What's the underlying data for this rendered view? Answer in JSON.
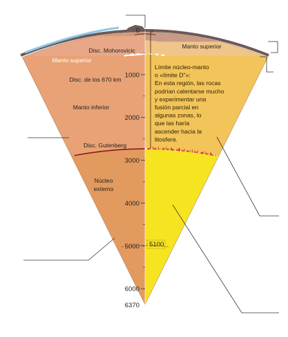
{
  "colors": {
    "upper_mantle": "#e8a888",
    "crust_band": "#d39b78",
    "lower_mantle": "#e8a275",
    "outer_core": "#e39a5e",
    "right_upper_mantle": "#c99a86",
    "transition_zone": "#f0c58a",
    "d_layer_region": "#f2c45a",
    "hot_core": "#f7e421",
    "boundary": "#8a1c1c",
    "surface_rock": "#6b5a55",
    "ocean": "#8ec8e8",
    "leader": "#333333"
  },
  "labels": {
    "moho": "Disc. Mohorovicic",
    "upper_mantle_left": "Manto superior",
    "upper_mantle_right": "Manto superior",
    "disc_670": "Disc. de los 670 km",
    "lower_mantle": "Manto inferior",
    "gutenberg": "Disc. Gutenberg",
    "outer_core_1": "Núcleo",
    "outer_core_2": "externo"
  },
  "depth_scale": [
    {
      "value": "0",
      "depth_km": 0
    },
    {
      "value": "1000",
      "depth_km": 1000
    },
    {
      "value": "2000",
      "depth_km": 2000
    },
    {
      "value": "3000",
      "depth_km": 3000
    },
    {
      "value": "4000",
      "depth_km": 4000
    },
    {
      "value": "5000",
      "depth_km": 5000
    },
    {
      "value": "6000",
      "depth_km": 6000
    },
    {
      "value": "6370",
      "depth_km": 6370
    }
  ],
  "inner_core_mark": "5100",
  "annotation": {
    "lines": [
      "Límite núcleo-manto",
      "o «límite D\"»:",
      "En esta región, las rocas",
      "podrían calentarse mucho",
      "y experimentar una",
      "fusión parcial en",
      "algunas zonas, lo",
      "que las haría",
      "ascender hacia la",
      "litosfera."
    ]
  }
}
